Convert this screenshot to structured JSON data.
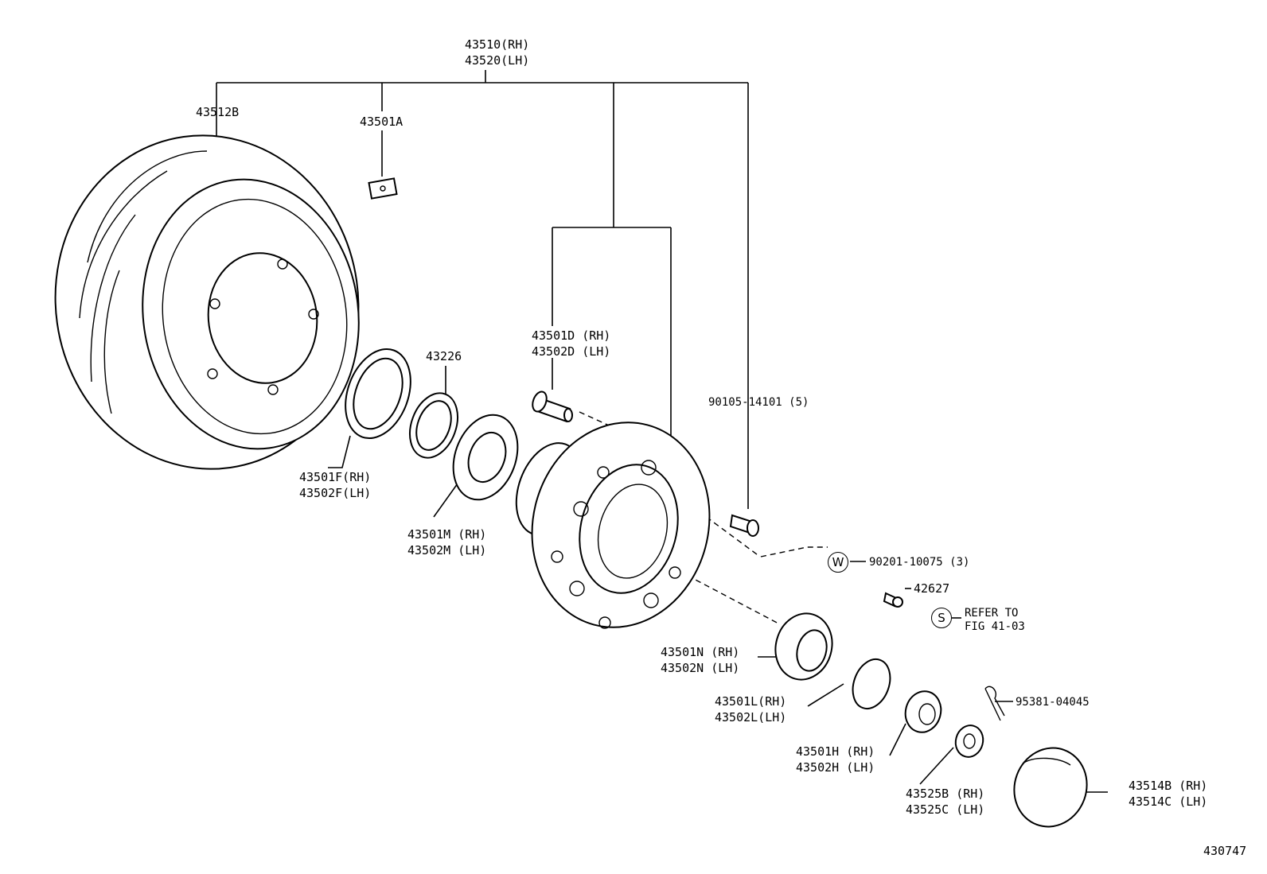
{
  "diagram_number": "430747",
  "callouts": [
    {
      "id": "c1",
      "lines": [
        "43510(RH)",
        "43520(LH)"
      ]
    },
    {
      "id": "c2",
      "lines": [
        "43512B"
      ]
    },
    {
      "id": "c3",
      "lines": [
        "43501A"
      ]
    },
    {
      "id": "c4",
      "lines": [
        "43226"
      ]
    },
    {
      "id": "c5",
      "lines": [
        "43501F(RH)",
        "43502F(LH)"
      ]
    },
    {
      "id": "c6",
      "lines": [
        "43501M (RH)",
        "43502M (LH)"
      ]
    },
    {
      "id": "c7",
      "lines": [
        "43501D (RH)",
        "43502D (LH)"
      ]
    },
    {
      "id": "c8",
      "lines": [
        "90105-14101 (5)"
      ]
    },
    {
      "id": "c9",
      "lines": [
        "90201-10075 (3)"
      ]
    },
    {
      "id": "c10",
      "lines": [
        "42627"
      ]
    },
    {
      "id": "c11",
      "lines": [
        "REFER TO",
        "FIG 41-03"
      ]
    },
    {
      "id": "c12",
      "lines": [
        "43501N (RH)",
        "43502N (LH)"
      ]
    },
    {
      "id": "c13",
      "lines": [
        "43501L(RH)",
        "43502L(LH)"
      ]
    },
    {
      "id": "c14",
      "lines": [
        "95381-04045"
      ]
    },
    {
      "id": "c15",
      "lines": [
        "43501H (RH)",
        "43502H (LH)"
      ]
    },
    {
      "id": "c16",
      "lines": [
        "43525B (RH)",
        "43525C (LH)"
      ]
    },
    {
      "id": "c17",
      "lines": [
        "43514B (RH)",
        "43514C (LH)"
      ]
    }
  ],
  "symbols": {
    "washer_symbol": "W",
    "standard_symbol": "S"
  }
}
